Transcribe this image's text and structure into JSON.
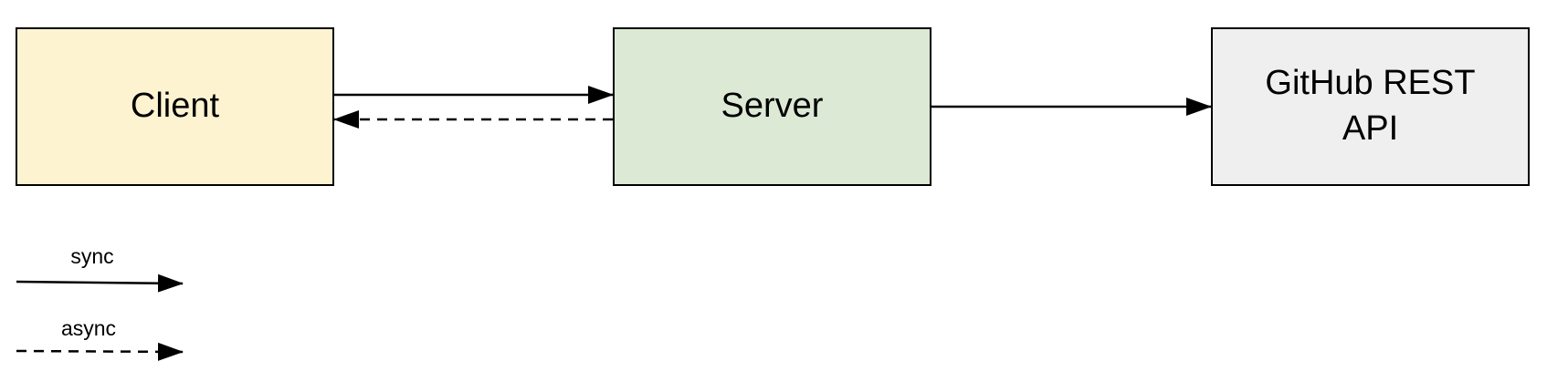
{
  "nodes": {
    "client": {
      "label": "Client",
      "fill": "#fdf3d1"
    },
    "server": {
      "label": "Server",
      "fill": "#dce9d5"
    },
    "github": {
      "label_line1": "GitHub REST",
      "label_line2": "API",
      "fill": "#efefef"
    }
  },
  "edges": [
    {
      "from": "client",
      "to": "server",
      "style": "sync"
    },
    {
      "from": "server",
      "to": "client",
      "style": "async"
    },
    {
      "from": "server",
      "to": "github",
      "style": "sync"
    }
  ],
  "legend": {
    "sync_label": "sync",
    "async_label": "async"
  },
  "colors": {
    "stroke": "#000000",
    "background": "#ffffff"
  }
}
